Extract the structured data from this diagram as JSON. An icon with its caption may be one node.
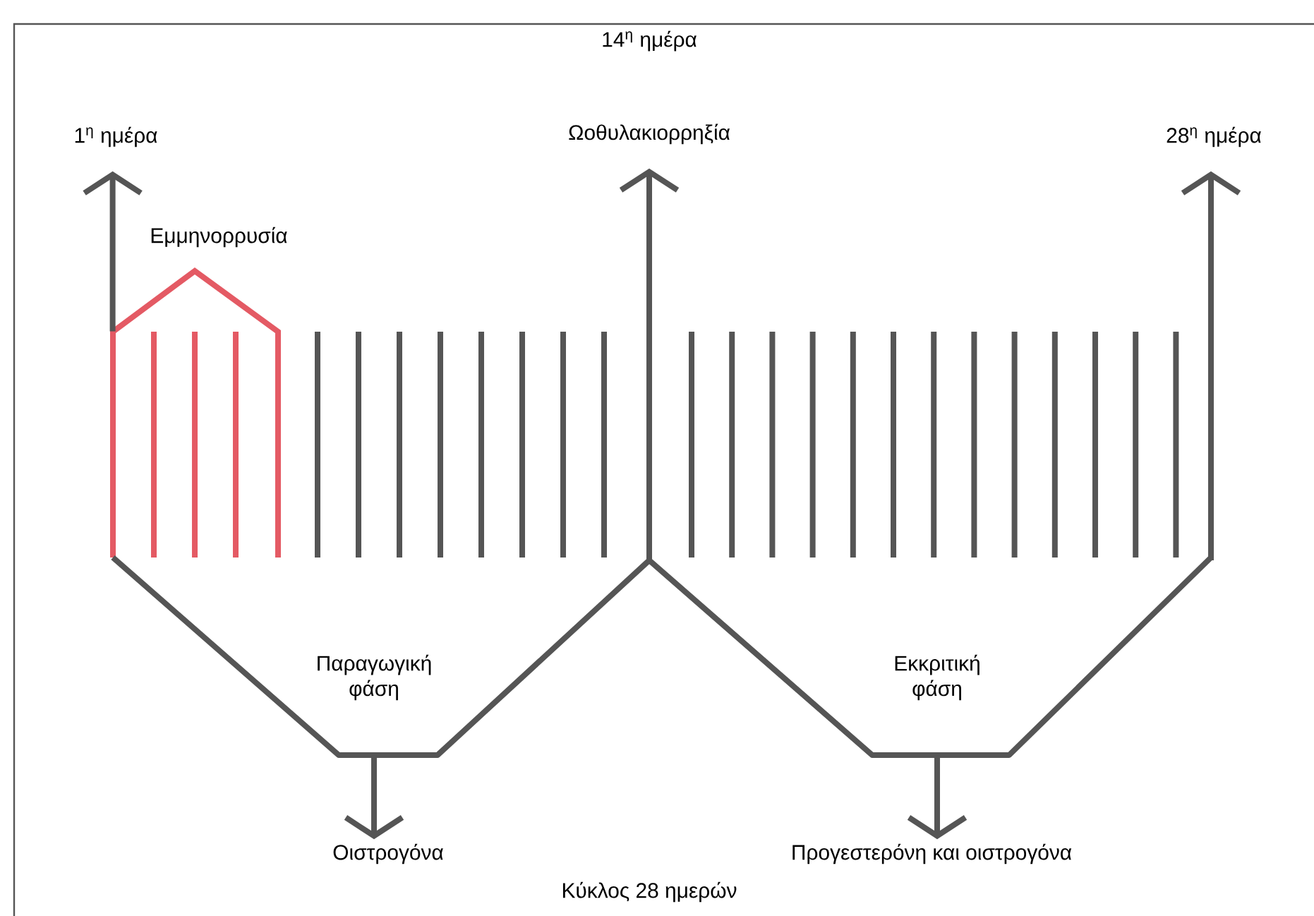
{
  "diagram": {
    "caption": "Κύκλος 28 ημερών",
    "nodes": [
      {
        "text": [
          "1$^{η}$ ημέρα"
        ]
      },
      {
        "text": [
          "14$^{η}$ ημέρα",
          "Ωοθυλακιορρηξία"
        ]
      },
      {
        "text": [
          "28$^{η}$ ημέρα"
        ]
      },
      {
        "text": [
          "Εμμηνορρυσία"
        ]
      },
      {
        "text": [
          "Παραγωγική φάση"
        ]
      },
      {
        "text": [
          "Εκκριτική φάση"
        ]
      },
      {
        "text": [
          "Οιστρογόνα"
        ]
      },
      {
        "text": [
          "Προγεστερόνη και οιστρογόνα"
        ]
      }
    ],
    "edges": [
      {
        "from": 3,
        "to": 0,
        "arrow": "to"
      },
      {
        "from": 4,
        "to": 1,
        "arrow": "to"
      },
      {
        "from": 5,
        "to": 2,
        "arrow": "to"
      },
      {
        "from": 4,
        "to": 6,
        "arrow": "to"
      },
      {
        "from": 5,
        "to": 7,
        "arrow": "to"
      }
    ]
  }
}
